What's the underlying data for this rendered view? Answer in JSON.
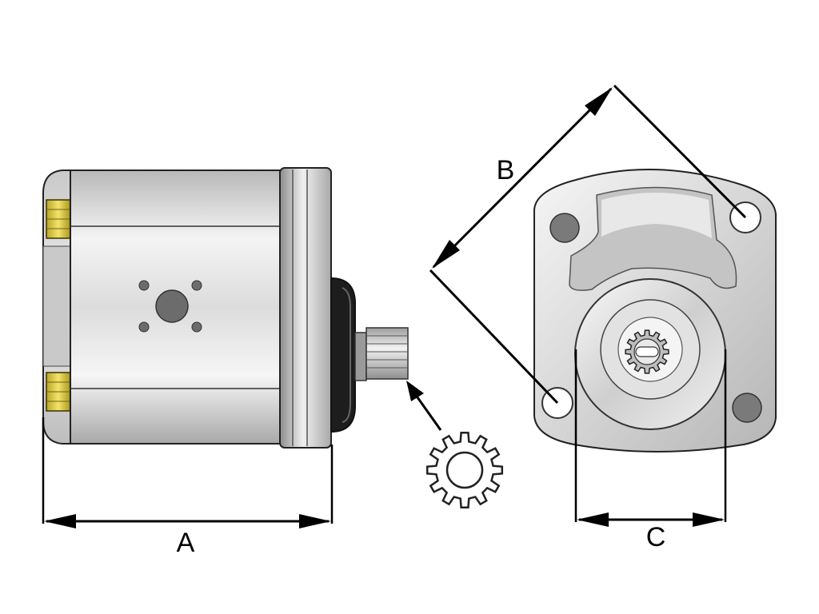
{
  "labels": {
    "dimension_a": "A",
    "dimension_b": "B",
    "dimension_c": "C"
  },
  "colors": {
    "outline": "#222222",
    "body_light": "#f2f2f2",
    "body_dark": "#9a9a9a",
    "port_hole": "#6f6f6f",
    "seal": "#1b1b1b",
    "plug_yellow": "#e8d64a",
    "dimension_line": "#000000"
  },
  "icons": {
    "spline_profile": "spline-gear-icon",
    "direction_arrow": "arrow-icon"
  }
}
